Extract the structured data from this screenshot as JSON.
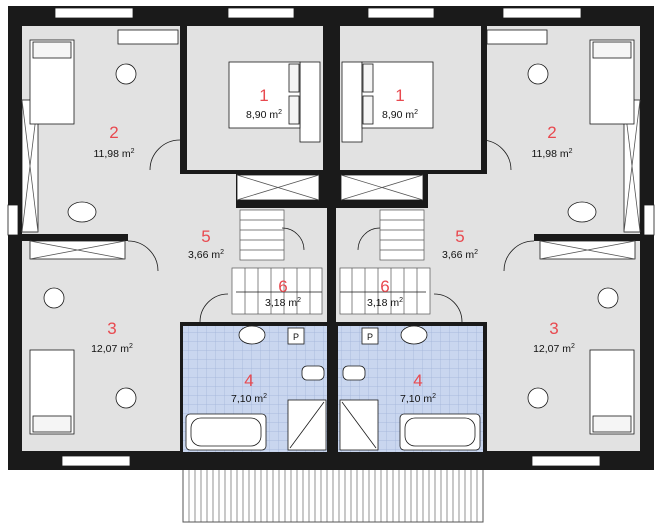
{
  "plan": {
    "colors": {
      "wall": "#1a1a1a",
      "floor": "#e2e2e2",
      "tile": "#c9d6ef",
      "tile_line": "#9fb1d8",
      "label": "#e8494f"
    },
    "rooms": [
      {
        "id": "left-1",
        "number": "1",
        "area": "8,90 m",
        "unit_sup": "2"
      },
      {
        "id": "right-1",
        "number": "1",
        "area": "8,90 m",
        "unit_sup": "2"
      },
      {
        "id": "left-2",
        "number": "2",
        "area": "11,98 m",
        "unit_sup": "2"
      },
      {
        "id": "right-2",
        "number": "2",
        "area": "11,98 m",
        "unit_sup": "2"
      },
      {
        "id": "left-3",
        "number": "3",
        "area": "12,07 m",
        "unit_sup": "2"
      },
      {
        "id": "right-3",
        "number": "3",
        "area": "12,07 m",
        "unit_sup": "2"
      },
      {
        "id": "left-4",
        "number": "4",
        "area": "7,10 m",
        "unit_sup": "2"
      },
      {
        "id": "right-4",
        "number": "4",
        "area": "7,10 m",
        "unit_sup": "2"
      },
      {
        "id": "left-5",
        "number": "5",
        "area": "3,66 m",
        "unit_sup": "2"
      },
      {
        "id": "right-5",
        "number": "5",
        "area": "3,66 m",
        "unit_sup": "2"
      },
      {
        "id": "left-6",
        "number": "6",
        "area": "3,18 m",
        "unit_sup": "2"
      },
      {
        "id": "right-6",
        "number": "6",
        "area": "3,18 m",
        "unit_sup": "2"
      }
    ],
    "fixtures": {
      "boiler_symbol": "P"
    }
  }
}
